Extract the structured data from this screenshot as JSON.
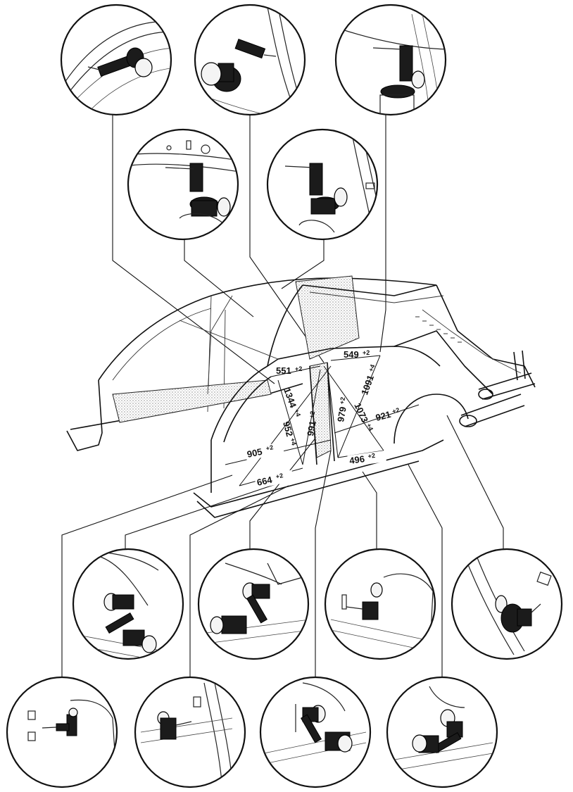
{
  "dimensions": [
    {
      "id": "d551",
      "value": "551",
      "tol": "+2"
    },
    {
      "id": "d549",
      "value": "549",
      "tol": "+2"
    },
    {
      "id": "d1344",
      "value": "1344",
      "tol": "+4"
    },
    {
      "id": "d1091",
      "value": "1091",
      "tol": "+4"
    },
    {
      "id": "d952",
      "value": "952",
      "tol": "+4"
    },
    {
      "id": "d991",
      "value": "991",
      "tol": "+2"
    },
    {
      "id": "d979",
      "value": "979",
      "tol": "+2"
    },
    {
      "id": "d1073",
      "value": "1073",
      "tol": "+4"
    },
    {
      "id": "d921",
      "value": "921",
      "tol": "+2"
    },
    {
      "id": "d905",
      "value": "905",
      "tol": "+2"
    },
    {
      "id": "d664",
      "value": "664",
      "tol": "+2"
    },
    {
      "id": "d496",
      "value": "496",
      "tol": "+2"
    }
  ]
}
